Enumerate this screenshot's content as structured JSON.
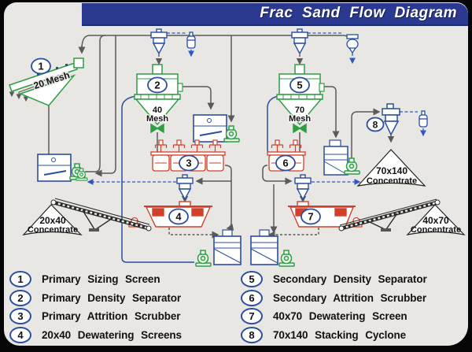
{
  "title": "Frac Sand Flow Diagram",
  "colors": {
    "title_bar": "#2b3990",
    "equipment_green": "#2f9e44",
    "equipment_red": "#d1402a",
    "equipment_blue": "#2b4ea0",
    "pipe_gray": "#5a5a5a",
    "water_dashed_blue": "#3056c8",
    "panel_background": "#e8e7e3",
    "frame": "#050505"
  },
  "diagram": {
    "labels": {
      "screen1": "20 Mesh",
      "separator2_size": "40",
      "separator2_unit": "Mesh",
      "separator5_size": "70",
      "separator5_unit": "Mesh",
      "stockpile_left_size": "20x40",
      "stockpile_left_word": "Concentrate",
      "stockpile_right_size": "40x70",
      "stockpile_right_word": "Concentrate",
      "stockpile_cyclone_size": "70x140",
      "stockpile_cyclone_word": "Concentrate"
    }
  },
  "legend": {
    "items": [
      {
        "num": "1",
        "label": "Primary Sizing Screen"
      },
      {
        "num": "2",
        "label": "Primary Density Separator"
      },
      {
        "num": "3",
        "label": "Primary Attrition Scrubber"
      },
      {
        "num": "4",
        "label": "20x40 Dewatering Screens"
      },
      {
        "num": "5",
        "label": "Secondary Density Separator"
      },
      {
        "num": "6",
        "label": "Secondary Attrition Scrubber"
      },
      {
        "num": "7",
        "label": "40x70 Dewatering Screen"
      },
      {
        "num": "8",
        "label": "70x140 Stacking Cyclone"
      }
    ]
  }
}
